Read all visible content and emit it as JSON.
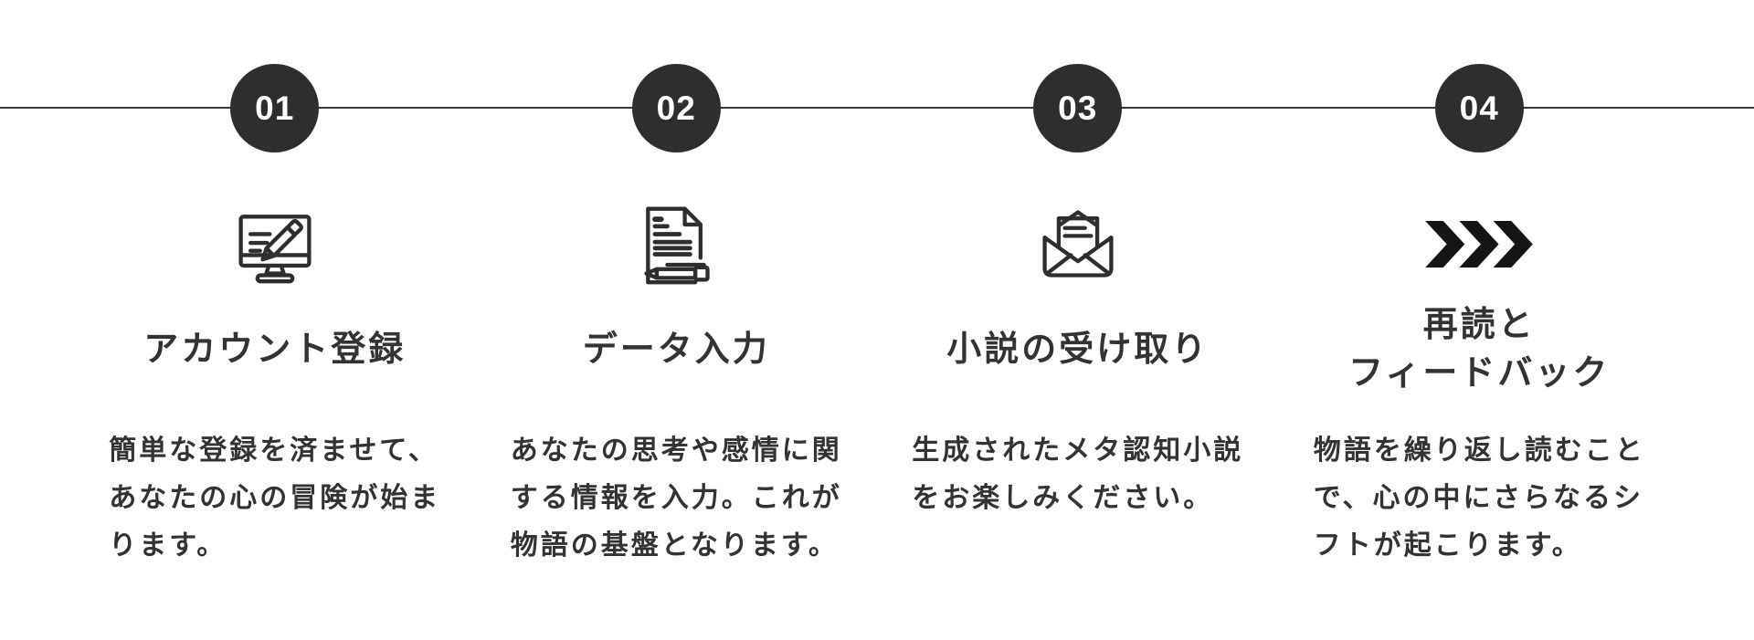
{
  "page": {
    "background_color": "#ffffff",
    "line_color": "#3c3c3c",
    "accent_dark": "#2e2e2e",
    "text_color": "#333333"
  },
  "steps": [
    {
      "number": "01",
      "icon": "monitor-pencil-icon",
      "title": "アカウント登録",
      "description": "簡単な登録を済ませて、\nあなたの心の冒険が始ま\nります。"
    },
    {
      "number": "02",
      "icon": "document-pen-icon",
      "title": "データ入力",
      "description": "あなたの思考や感情に関\nする情報を入力。これが\n物語の基盤となります。"
    },
    {
      "number": "03",
      "icon": "open-envelope-icon",
      "title": "小説の受け取り",
      "description": "生成されたメタ認知小説\nをお楽しみください。"
    },
    {
      "number": "04",
      "icon": "triple-chevron-icon",
      "title": "再読と\nフィードバック",
      "description": "物語を繰り返し読むこと\nで、心の中にさらなるシ\nフトが起こります。"
    }
  ]
}
